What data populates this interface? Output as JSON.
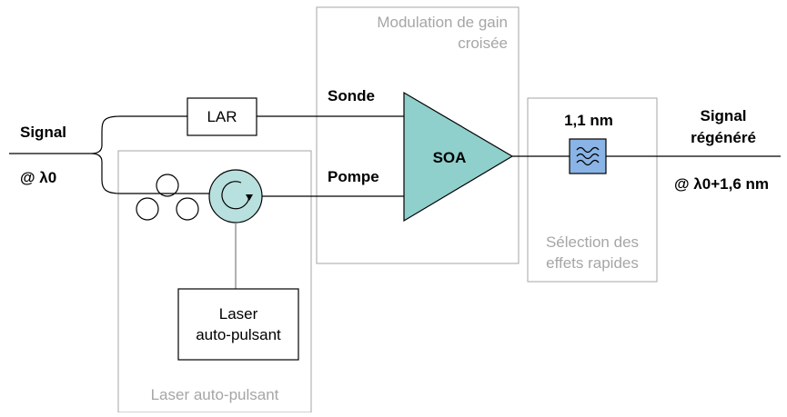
{
  "groups": {
    "xgm_line1": "Modulation de gain",
    "xgm_line2": "croisée",
    "selection_line1": "Sélection des",
    "selection_line2": "effets rapides",
    "laser_group": "Laser auto-pulsant"
  },
  "input": {
    "signal": "Signal",
    "wavelength": "@ λ0"
  },
  "output": {
    "line1": "Signal",
    "line2": "régénéré",
    "wavelength": "@ λ0+1,6 nm"
  },
  "components": {
    "lar": "LAR",
    "soa": "SOA",
    "filter_bandwidth": "1,1 nm",
    "laser_line1": "Laser",
    "laser_line2": "auto-pulsant"
  },
  "ports": {
    "probe": "Sonde",
    "pump": "Pompe"
  },
  "colors": {
    "soa_fill": "#8fcfcc",
    "circulator_fill": "#b7e0de",
    "filter_fill": "#8ab4e6",
    "group_border": "#a6a6a6"
  }
}
